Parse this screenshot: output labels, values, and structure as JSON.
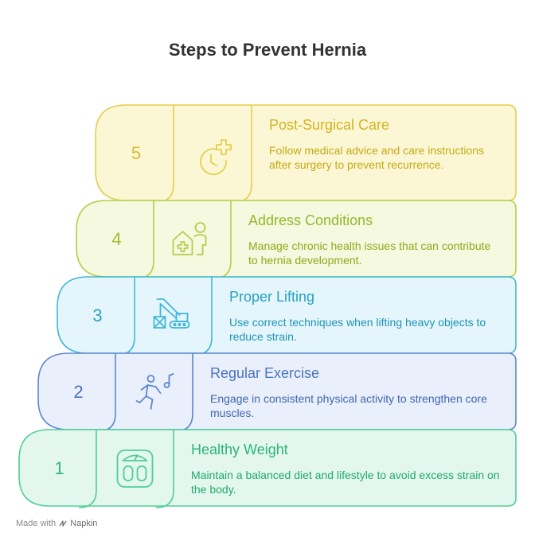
{
  "title": "Steps to Prevent Hernia",
  "steps": [
    {
      "number": "5",
      "title": "Post-Surgical Care",
      "description": "Follow medical advice and care instructions after surgery to prevent recurrence.",
      "icon": "clock-plus-icon",
      "colors": {
        "fill": "#fbf7d5",
        "stroke": "#e3cf4f",
        "title": "#d4b41f",
        "text": "#c6a913",
        "number": "#d9bd2c"
      }
    },
    {
      "number": "4",
      "title": "Address Conditions",
      "description": "Manage chronic health issues that can contribute to hernia development.",
      "icon": "home-health-person-icon",
      "colors": {
        "fill": "#f4f9df",
        "stroke": "#b6cd4b",
        "title": "#9ab52c",
        "text": "#8fa91c",
        "number": "#a3bd33"
      }
    },
    {
      "number": "3",
      "title": "Proper Lifting",
      "description": "Use correct techniques when lifting heavy objects to reduce strain.",
      "icon": "crane-lifting-icon",
      "colors": {
        "fill": "#e4f6fb",
        "stroke": "#41b7d9",
        "title": "#2aa0c4",
        "text": "#1f93b8",
        "number": "#2f9fc2"
      }
    },
    {
      "number": "2",
      "title": "Regular Exercise",
      "description": "Engage in consistent physical activity to strengthen core muscles.",
      "icon": "person-running-music-icon",
      "colors": {
        "fill": "#eaf0fb",
        "stroke": "#5c86d1",
        "title": "#4a73bf",
        "text": "#3f66b0",
        "number": "#4b72bd"
      }
    },
    {
      "number": "1",
      "title": "Healthy Weight",
      "description": "Maintain a balanced diet and lifestyle to avoid excess strain on the body.",
      "icon": "bathroom-scale-icon",
      "colors": {
        "fill": "#e3f7ee",
        "stroke": "#4fcf95",
        "title": "#2fb377",
        "text": "#22a96b",
        "number": "#30b37a"
      }
    }
  ],
  "footer": {
    "made_with": "Made with",
    "brand": "Napkin"
  }
}
